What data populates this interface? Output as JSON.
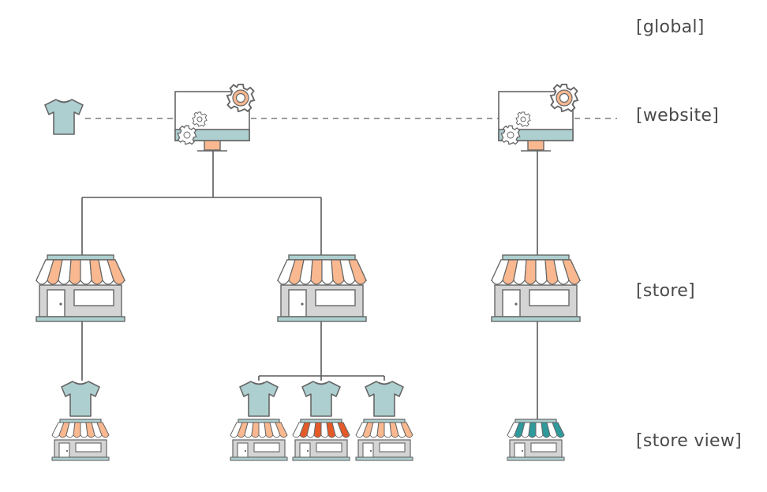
{
  "scope_labels": {
    "global": "[global]",
    "website": "[website]",
    "store": "[store]",
    "store_view": "[store view]"
  },
  "colors": {
    "teal_light": "#aecfd0",
    "peach": "#f9b88f",
    "grey_body": "#d4d4d4",
    "outline": "#666666",
    "line": "#5a5a5a",
    "orange_red": "#e45a28",
    "teal_dark": "#2e9a9c"
  },
  "icons": {
    "shirt": "t-shirt-icon",
    "website": "monitor-with-gears-icon",
    "store": "storefront-icon",
    "store_view": "small-storefront-icon"
  },
  "store_view_awning_colors": [
    "peach",
    "peach",
    "orange_red",
    "peach",
    "teal_dark",
    "peach"
  ]
}
